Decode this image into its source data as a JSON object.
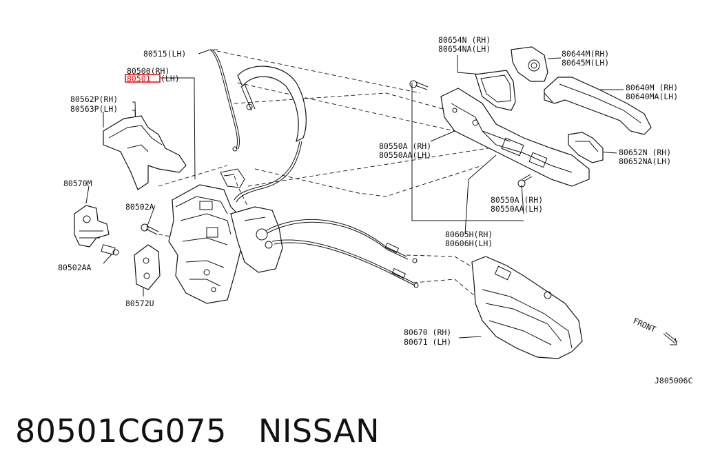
{
  "labels": {
    "p80515": "80515(LH)",
    "p80500": "80500(RH)",
    "p80501": "80501",
    "p80501_side": "(LH)",
    "p80562P": "80562P(RH)",
    "p80563P": "80563P(LH)",
    "p80570M": "80570M",
    "p80502A": "80502A",
    "p80502AA": "80502AA",
    "p80572U": "80572U",
    "p80654N": "80654N (RH)",
    "p80654NA": "80654NA(LH)",
    "p80644M": "80644M(RH)",
    "p80645M": "80645M(LH)",
    "p80640M": "80640M (RH)",
    "p80640MA": "80640MA(LH)",
    "p80550A_top": "80550A (RH)",
    "p80550AA_top": "80550AA(LH)",
    "p80652N": "80652N (RH)",
    "p80652NA": "80652NA(LH)",
    "p80550A_bot": "80550A (RH)",
    "p80550AA_bot": "80550AA(LH)",
    "p80605H": "80605H(RH)",
    "p80606H": "80606H(LH)",
    "p80670": "80670 (RH)",
    "p80671": "80671 (LH)",
    "front": "FRONT",
    "diagram_code": "J805006C"
  },
  "caption": {
    "part_number": "80501CG075",
    "brand": "NISSAN"
  },
  "colors": {
    "highlight": "#e0151b",
    "line": "#111111"
  }
}
